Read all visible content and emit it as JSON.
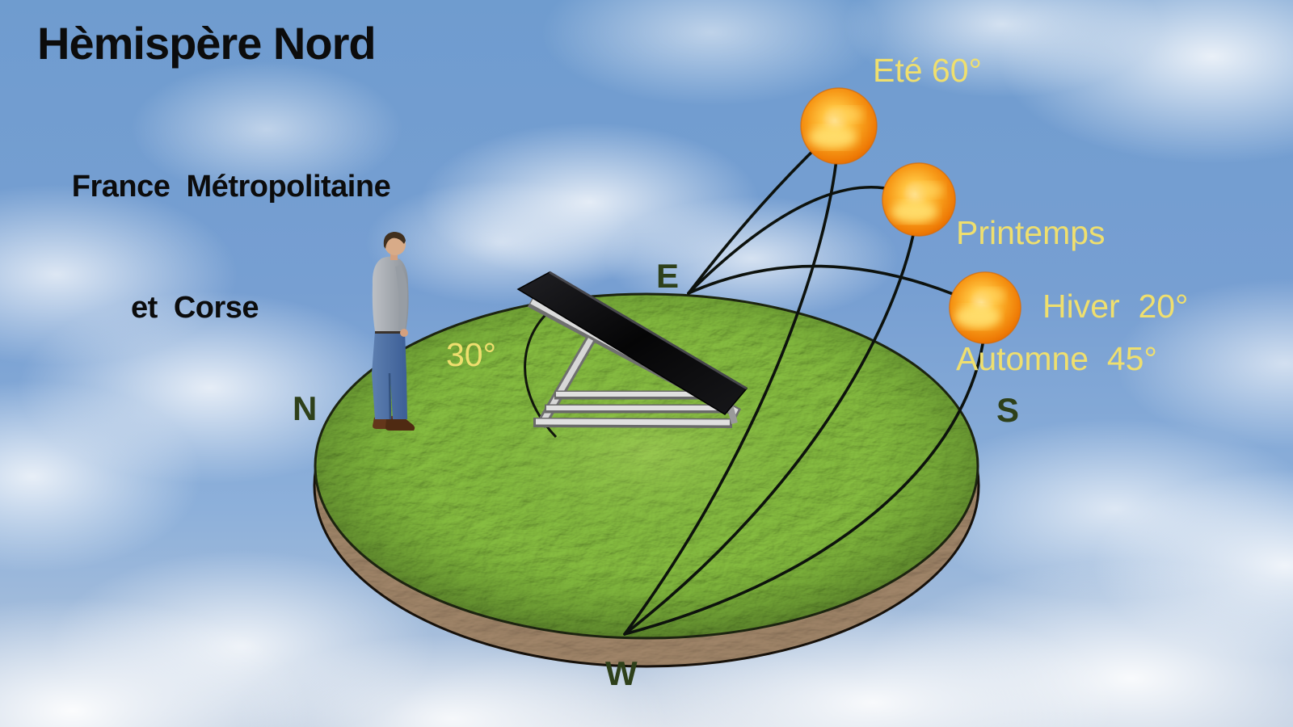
{
  "title": "Hèmispère Nord",
  "subtitle": {
    "line1": "France  Métropolitaine",
    "line2": "et  Corse"
  },
  "sun_labels": {
    "summer": "Eté 60°",
    "spring_autumn_line1": "Printemps",
    "spring_autumn_line2": "Automne  45°",
    "winter": "Hiver  20°"
  },
  "panel": {
    "tilt_label": "30°"
  },
  "compass": {
    "north": "N",
    "east": "E",
    "south": "S",
    "west": "W"
  },
  "angles": {
    "panel_tilt_deg": 30,
    "summer_sun_elevation_deg": 60,
    "spring_autumn_sun_elevation_deg": 45,
    "winter_sun_elevation_deg": 20
  },
  "colors": {
    "sun_label_yellow": "#efdf6e",
    "compass_green": "#2e401a",
    "title_black": "#0c0c0c",
    "sky_blue": "#779fd2",
    "grass_green": "#5f9c31",
    "soil_brown": "#8f7457",
    "sun_orange": "#f79a18",
    "trajectory_line": "#0d120d",
    "panel_black": "#0a0a0c",
    "frame_silver": "#d9d9d9"
  }
}
